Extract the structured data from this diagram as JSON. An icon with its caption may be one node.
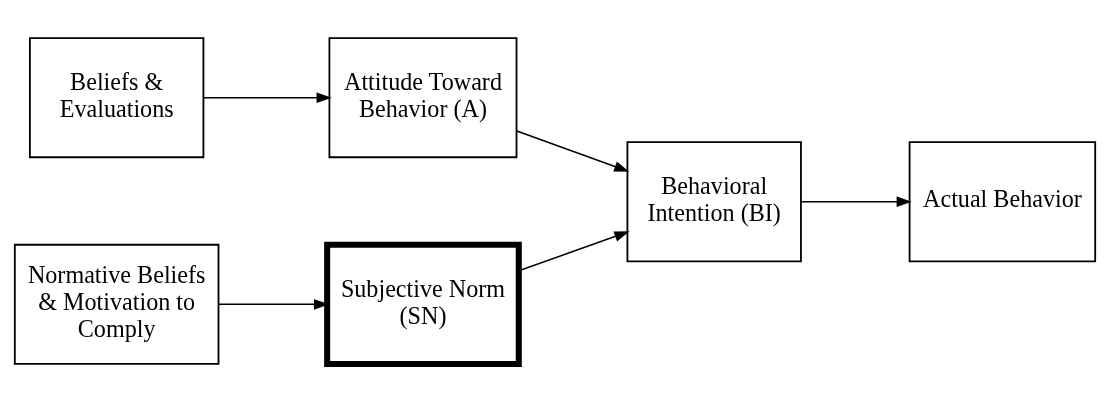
{
  "diagram": {
    "nodes": [
      {
        "text": [
          "Beliefs & Evaluations"
        ]
      },
      {
        "text": [
          "Attitude Toward Behavior (A)"
        ]
      },
      {
        "text": [
          "Normative Beliefs & Motivation to Comply"
        ]
      },
      {
        "text": [
          "Subjective Norm (SN)"
        ]
      },
      {
        "text": [
          "Behavioral Intention (BI)"
        ]
      },
      {
        "text": [
          "Actual Behavior"
        ]
      }
    ],
    "edges": [
      {
        "from": 0,
        "to": 1,
        "arrow": "to"
      },
      {
        "from": 2,
        "to": 3,
        "arrow": "to"
      },
      {
        "from": 1,
        "to": 4,
        "arrow": "to"
      },
      {
        "from": 3,
        "to": 4,
        "arrow": "to"
      },
      {
        "from": 4,
        "to": 5,
        "arrow": "to"
      }
    ]
  }
}
